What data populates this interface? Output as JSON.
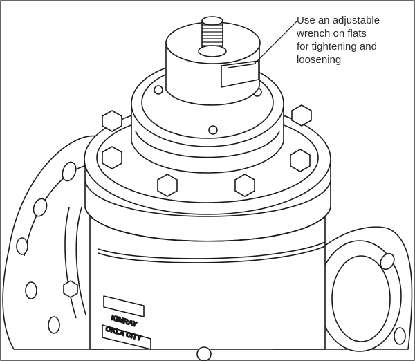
{
  "callout": {
    "lines": [
      "Use an adjustable",
      "wrench on flats",
      "for tightening and",
      "loosening"
    ]
  },
  "nameplate": {
    "line1": "KIMRAY",
    "line2": "OKLA CITY"
  }
}
